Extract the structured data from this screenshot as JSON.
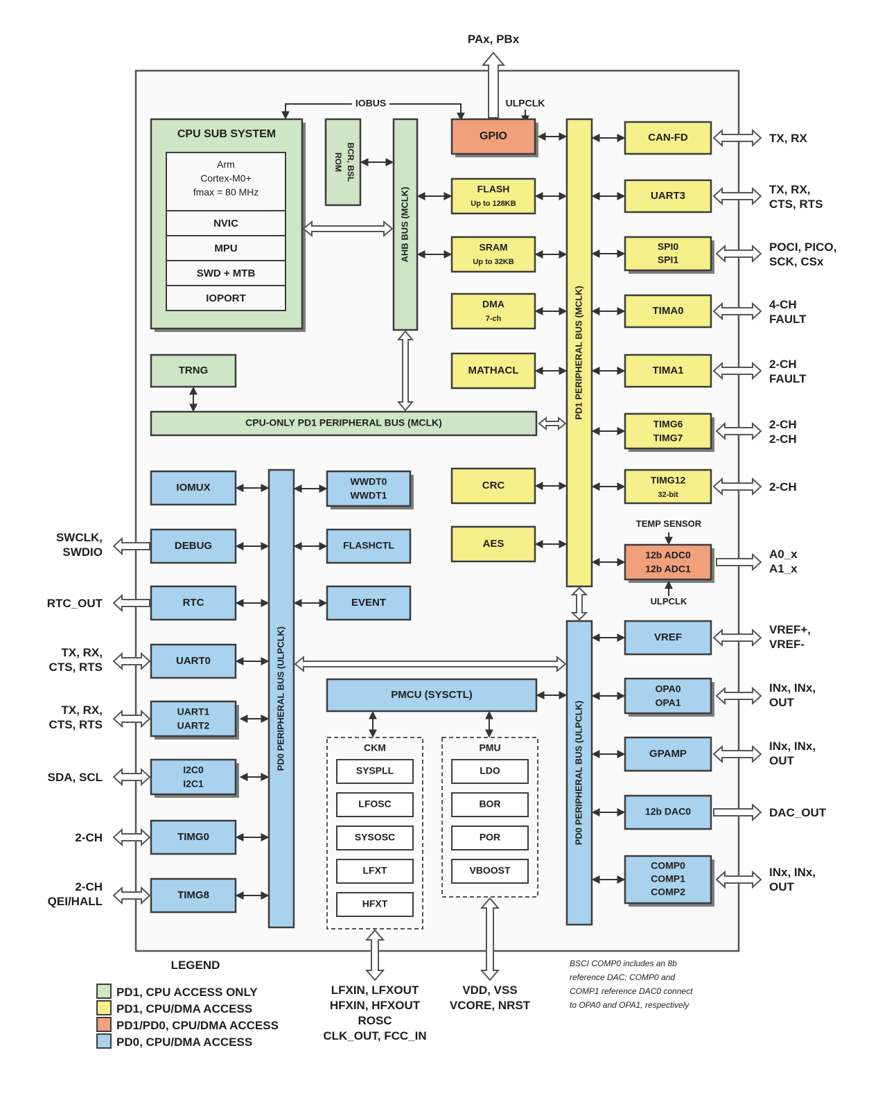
{
  "colors": {
    "green": "#cfe6c6",
    "yellow": "#f6f08a",
    "orange": "#f2a07b",
    "blue": "#a9d2ee",
    "outline": "#3c3c3c"
  },
  "top": {
    "pins": "PAx, PBx",
    "iobus": "IOBUS",
    "ulpclk": "ULPCLK"
  },
  "cpu": {
    "title": "CPU SUB SYSTEM",
    "core": [
      "Arm",
      "Cortex-M0+",
      "fmax = 80 MHz"
    ],
    "items": [
      "NVIC",
      "MPU",
      "SWD + MTB",
      "IOPORT"
    ]
  },
  "rom": [
    "ROM",
    "BCR, BSL"
  ],
  "bus": {
    "ahb": "AHB BUS (MCLK)",
    "pd1": "PD1 PERIPHERAL BUS (MCLK)",
    "cpu_only": "CPU-ONLY PD1 PERIPHERAL BUS (MCLK)",
    "pd0_left": "PD0 PERIPHERAL BUS (ULPCLK)",
    "pd0_right": "PD0 PERIPHERAL BUS (ULPCLK)"
  },
  "mid": {
    "gpio": "GPIO",
    "flash": [
      "FLASH",
      "Up to 128KB"
    ],
    "sram": [
      "SRAM",
      "Up to 32KB"
    ],
    "dma": [
      "DMA",
      "7-ch"
    ],
    "mathacl": "MATHACL",
    "trng": "TRNG",
    "crc": "CRC",
    "aes": "AES"
  },
  "right": {
    "canfd": {
      "label": "CAN-FD",
      "ext": "TX, RX"
    },
    "uart3": {
      "label": "UART3",
      "ext": [
        "TX, RX,",
        "CTS, RTS"
      ]
    },
    "spi": {
      "label": [
        "SPI0",
        "SPI1"
      ],
      "ext": [
        "POCI, PICO,",
        "SCK, CSx"
      ]
    },
    "tima0": {
      "label": "TIMA0",
      "ext": [
        "4-CH",
        "FAULT"
      ]
    },
    "tima1": {
      "label": "TIMA1",
      "ext": [
        "2-CH",
        "FAULT"
      ]
    },
    "timg67": {
      "label": [
        "TIMG6",
        "TIMG7"
      ],
      "ext": [
        "2-CH",
        "2-CH"
      ]
    },
    "timg12": {
      "label": [
        "TIMG12",
        "32-bit"
      ],
      "ext": "2-CH"
    },
    "temp": "TEMP SENSOR",
    "adc": {
      "label": [
        "12b ADC0",
        "12b ADC1"
      ],
      "ext": [
        "A0_x",
        "A1_x"
      ]
    },
    "ulpclk2": "ULPCLK",
    "vref": {
      "label": "VREF",
      "ext": [
        "VREF+,",
        "VREF-"
      ]
    },
    "opa": {
      "label": [
        "OPA0",
        "OPA1"
      ],
      "ext": [
        "INx, INx,",
        "OUT"
      ]
    },
    "gpamp": {
      "label": "GPAMP",
      "ext": [
        "INx, INx,",
        "OUT"
      ]
    },
    "dac": {
      "label": "12b DAC0",
      "ext": "DAC_OUT"
    },
    "comp": {
      "label": [
        "COMP0",
        "COMP1",
        "COMP2"
      ],
      "ext": [
        "INx, INx,",
        "OUT"
      ]
    }
  },
  "left": {
    "iomux": {
      "label": "IOMUX"
    },
    "debug": {
      "label": "DEBUG",
      "ext": [
        "SWCLK,",
        "SWDIO"
      ]
    },
    "rtc": {
      "label": "RTC",
      "ext": "RTC_OUT"
    },
    "uart0": {
      "label": "UART0",
      "ext": [
        "TX, RX,",
        "CTS, RTS"
      ]
    },
    "uart12": {
      "label": [
        "UART1",
        "UART2"
      ],
      "ext": [
        "TX, RX,",
        "CTS, RTS"
      ]
    },
    "i2c": {
      "label": [
        "I2C0",
        "I2C1"
      ],
      "ext": "SDA, SCL"
    },
    "timg0": {
      "label": "TIMG0",
      "ext": "2-CH"
    },
    "timg8": {
      "label": "TIMG8",
      "ext": [
        "2-CH",
        "QEI/HALL"
      ]
    }
  },
  "center": {
    "wwdt": [
      "WWDT0",
      "WWDT1"
    ],
    "flashctl": "FLASHCTL",
    "event": "EVENT",
    "pmcu": "PMCU (SYSCTL)",
    "ckm": {
      "title": "CKM",
      "items": [
        "SYSPLL",
        "LFOSC",
        "SYSOSC",
        "LFXT",
        "HFXT"
      ]
    },
    "pmu": {
      "title": "PMU",
      "items": [
        "LDO",
        "BOR",
        "POR",
        "VBOOST"
      ]
    }
  },
  "bottom": {
    "clk_pins": [
      "LFXIN, LFXOUT",
      "HFXIN, HFXOUT",
      "ROSC",
      "CLK_OUT, FCC_IN"
    ],
    "pwr_pins": [
      "VDD, VSS",
      "VCORE, NRST"
    ],
    "note": [
      "BSCI COMP0 includes an 8b",
      "reference DAC; COMP0 and",
      "COMP1 reference DAC0 connect",
      "to OPA0 and OPA1, respectively"
    ]
  },
  "legend": {
    "title": "LEGEND",
    "items": [
      {
        "label": "PD1, CPU ACCESS ONLY",
        "color": "#cfe6c6"
      },
      {
        "label": "PD1, CPU/DMA ACCESS",
        "color": "#f6f08a"
      },
      {
        "label": "PD1/PD0, CPU/DMA ACCESS",
        "color": "#f2a07b"
      },
      {
        "label": "PD0, CPU/DMA ACCESS",
        "color": "#a9d2ee"
      }
    ]
  }
}
